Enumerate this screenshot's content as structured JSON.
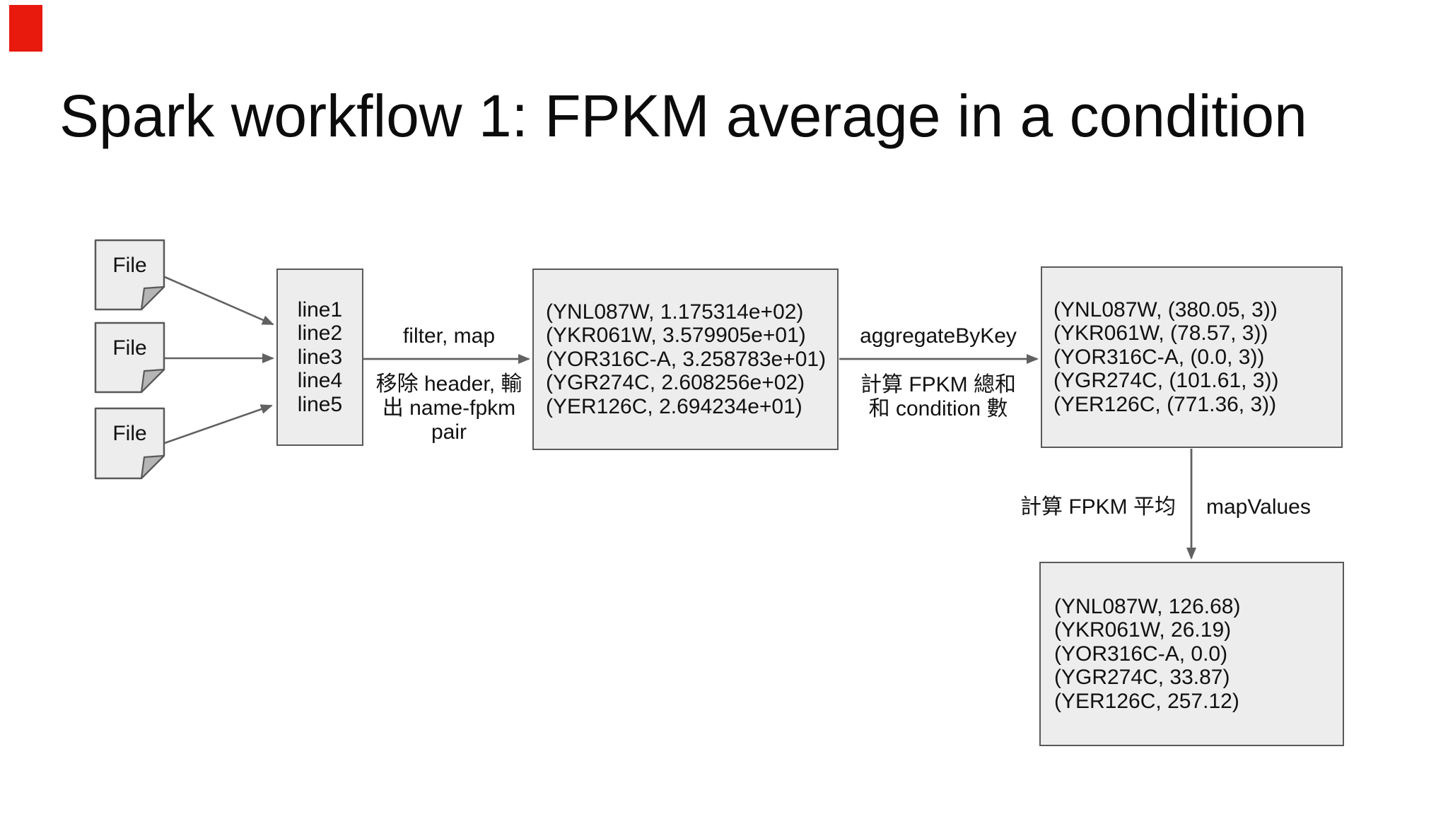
{
  "slide": {
    "title": "Spark workflow 1: FPKM average in a condition"
  },
  "corner_marker": {
    "color": "#e8190d"
  },
  "files": {
    "labels": [
      "File",
      "File",
      "File"
    ]
  },
  "lines_box": {
    "rows": [
      "line1",
      "line2",
      "line3",
      "line4",
      "line5"
    ]
  },
  "step_filter_map": {
    "op_label": "filter, map",
    "desc_lines": [
      "移除 header, 輸",
      "出 name-fpkm",
      "pair"
    ]
  },
  "name_fpkm_box": {
    "rows": [
      "(YNL087W, 1.175314e+02)",
      "(YKR061W, 3.579905e+01)",
      "(YOR316C-A, 3.258783e+01)",
      "(YGR274C, 2.608256e+02)",
      "(YER126C, 2.694234e+01)"
    ]
  },
  "step_aggregate": {
    "op_label": "aggregateByKey",
    "desc_lines": [
      "計算 FPKM 總和",
      "和 condition 數"
    ]
  },
  "sum_count_box": {
    "rows": [
      "(YNL087W, (380.05, 3))",
      "(YKR061W, (78.57, 3))",
      "(YOR316C-A, (0.0, 3))",
      "(YGR274C, (101.61, 3))",
      "(YER126C, (771.36, 3))"
    ]
  },
  "step_map_values": {
    "op_label": "mapValues",
    "desc_label": "計算 FPKM 平均"
  },
  "average_box": {
    "rows": [
      "(YNL087W, 126.68)",
      "(YKR061W, 26.19)",
      "(YOR316C-A, 0.0)",
      "(YGR274C, 33.87)",
      "(YER126C, 257.12)"
    ]
  },
  "colors": {
    "box_fill": "#ededee",
    "box_border": "#595959",
    "arrow": "#616161",
    "text": "#111111",
    "fold_fill": "#b5b5b5",
    "marker_red": "#e8190d"
  }
}
